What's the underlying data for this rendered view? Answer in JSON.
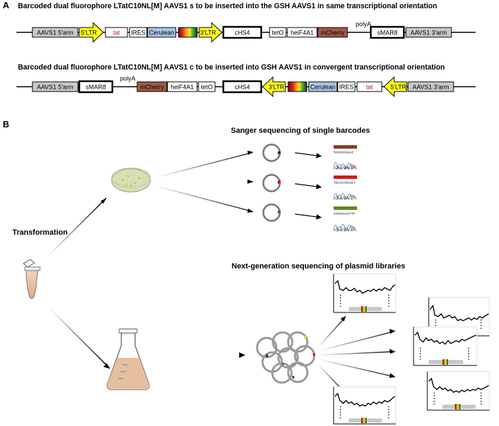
{
  "panel_a": {
    "label": "A",
    "construct_s": {
      "title": "Barcoded dual fluorophore LTatC10NL[M] AAVS1 s to be inserted into the GSH AAVS1 in same transcriptional orientation",
      "elements": {
        "aavs1_5arm": "AAVS1 5'arm",
        "ltr5": "5'LTR",
        "tat": "tat",
        "ires": "IRES",
        "cerulean": "Cerulean",
        "ltr3": "3'LTR",
        "chs4": "cHS4",
        "teto": "tetO",
        "heif4a1": "heiF4A1",
        "mcherry": "mCherry",
        "polya": "polyA",
        "smar8": "sMAR8",
        "aavs1_3arm": "AAVS1 3'arm"
      }
    },
    "construct_c": {
      "title": "Barcoded dual fluorophore LTatC10NL[M] AAVS1 c to be inserted into GSH AAVS1 in convergent transcriptional orientation",
      "elements": {
        "aavs1_5arm": "AAVS1 5'arm",
        "smar8": "sMAR8",
        "polya": "polyA",
        "mcherry": "mCherry",
        "heif4a1": "heiF4A1",
        "teto": "tetO",
        "chs4": "cHS4",
        "ltr3": "3'LTR",
        "cerulean": "Cerulean",
        "ires": "IRES",
        "tat": "tat",
        "ltr5": "5'LTR",
        "aavs1_3arm": "AAVS1 3'arm"
      }
    }
  },
  "panel_b": {
    "label": "B",
    "transformation_label": "Transformation",
    "sanger_title": "Sanger sequencing of single barcodes",
    "ngs_title": "Next-generation sequencing of plasmid libraries",
    "barcodes": [
      {
        "seq": "TATGTATGAT",
        "color": "#8b3a1e"
      },
      {
        "seq": "TGCCATGAGY",
        "color": "#d6171c"
      },
      {
        "seq": "ATGGCCGTTT",
        "color": "#5f8a22"
      }
    ]
  },
  "colors": {
    "arm_gray": "#c8c8c8",
    "ltr_yellow": "#ffff1a",
    "cerulean_blue": "#a9c6e4",
    "mcherry_brown": "#a15848",
    "tat_red": "#c8102e",
    "culture_tan": "#e6bf9f",
    "plate_green": "#d6dfb4"
  }
}
